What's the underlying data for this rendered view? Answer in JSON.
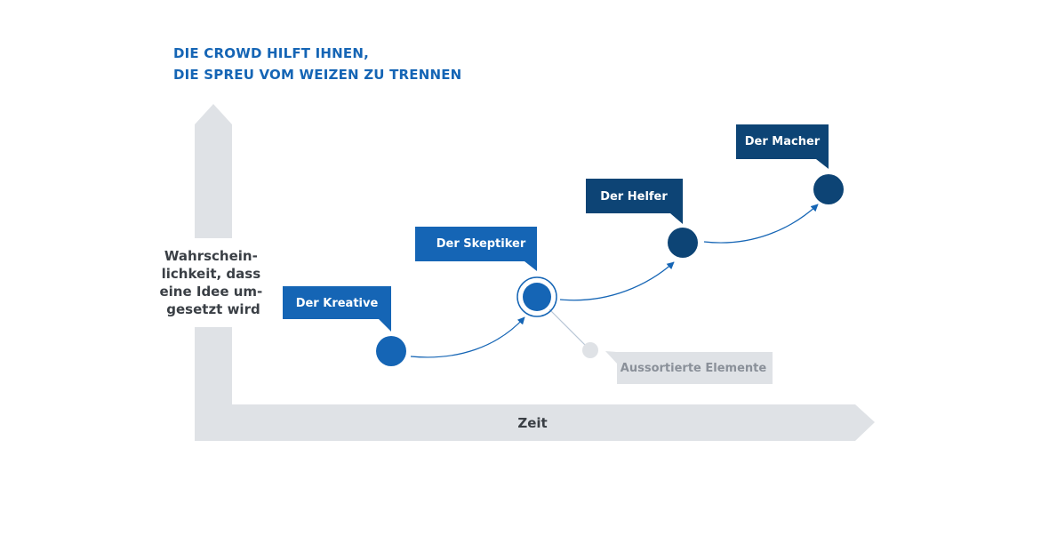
{
  "title": {
    "line1": "DIE CROWD HILFT IHNEN,",
    "line2": "DIE SPREU VOM WEIZEN ZU TRENNEN"
  },
  "axes": {
    "y_label": [
      "Wahrschein-",
      "lichkeit, dass",
      "eine Idee um-",
      "gesetzt wird"
    ],
    "x_label": "Zeit"
  },
  "stages": [
    {
      "label": "Der Kreative",
      "color": "#1565b5"
    },
    {
      "label": "Der Skeptiker",
      "color": "#1565b5"
    },
    {
      "label": "Der Helfer",
      "color": "#0d4475"
    },
    {
      "label": "Der Macher",
      "color": "#0d4475"
    }
  ],
  "side_branch": {
    "label": "Aussortierte Elemente",
    "color": "#dfe2e6",
    "text_color": "#8a9099"
  },
  "colors": {
    "axis": "#dfe2e6",
    "axis_text": "#3a3f45",
    "accent": "#1565b5",
    "dark": "#0d4475"
  }
}
